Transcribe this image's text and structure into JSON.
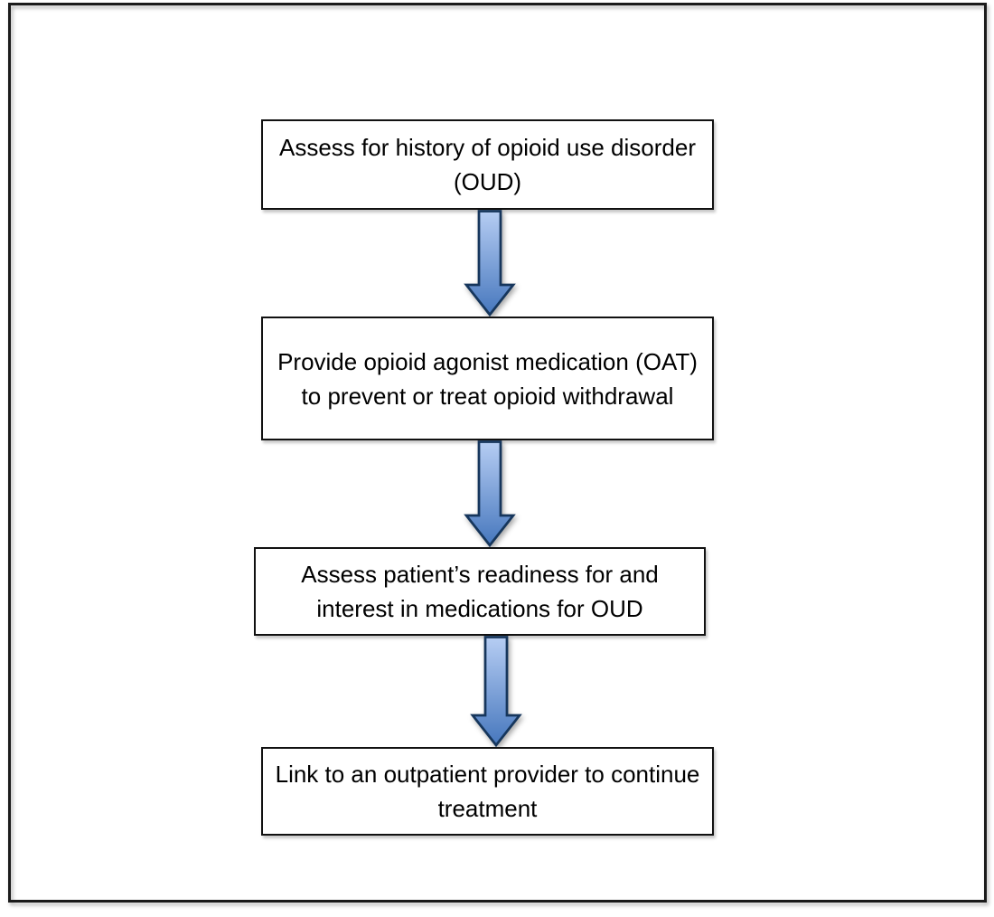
{
  "diagram": {
    "type": "flowchart",
    "direction": "top-down",
    "steps": [
      {
        "label": "Assess for history of opioid use disorder (OUD)"
      },
      {
        "label": "Provide opioid agonist medication (OAT) to prevent or treat opioid withdrawal"
      },
      {
        "label": "Assess patient’s readiness for and interest in medications for OUD"
      },
      {
        "label": "Link to an outpatient provider to continue treatment"
      }
    ],
    "connectors": [
      {
        "from": 1,
        "to": 2,
        "icon": "down-arrow-icon"
      },
      {
        "from": 2,
        "to": 3,
        "icon": "down-arrow-icon"
      },
      {
        "from": 3,
        "to": 4,
        "icon": "down-arrow-icon"
      }
    ]
  },
  "colors": {
    "background": "#ffffff",
    "box_fill": "#ffffff",
    "box_border": "#111111",
    "figure_border": "#1b1b1b",
    "text": "#000000",
    "arrow_gradient_top": "#b6cdf3",
    "arrow_gradient_bottom": "#4677bd",
    "arrow_outline": "#16365c"
  }
}
